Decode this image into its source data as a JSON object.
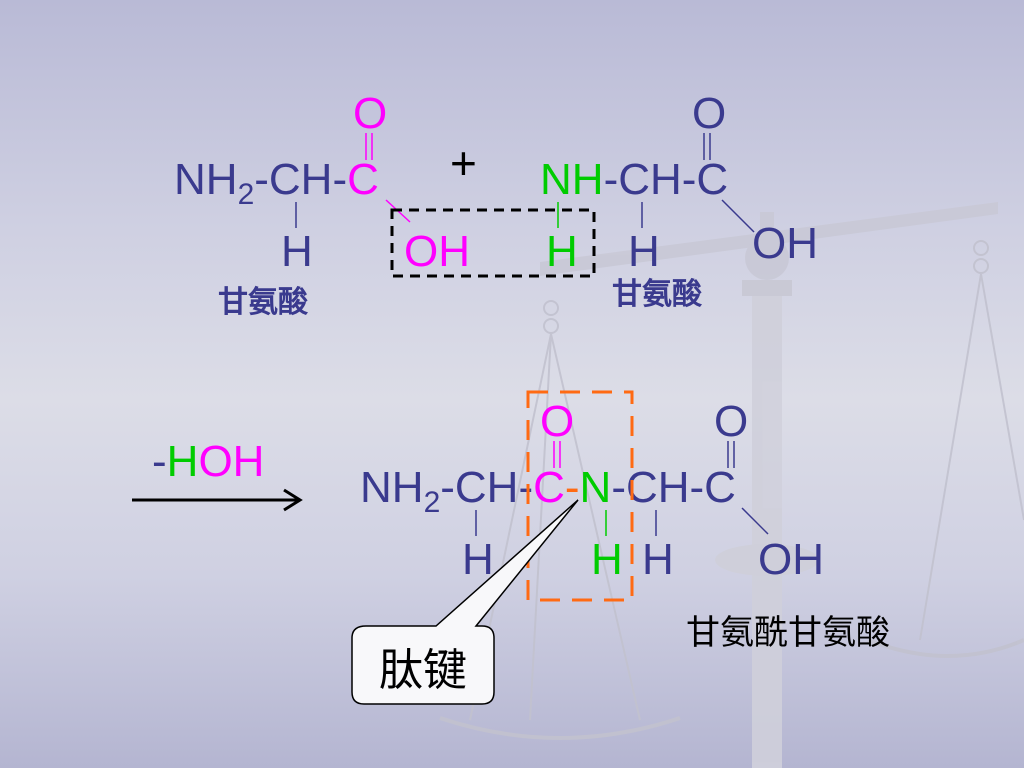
{
  "colors": {
    "navy": "#3a3a8e",
    "magenta": "#ff00ff",
    "green": "#00cc00",
    "orange": "#ff6a13",
    "black": "#000000"
  },
  "reactant1": {
    "o": "O",
    "nh": "NH",
    "sub": "2",
    "chain": "-CH-",
    "c": "C",
    "h": "H",
    "oh": "OH",
    "name": "甘氨酸"
  },
  "plus": "+",
  "reactant2": {
    "o": "O",
    "nh": "NH",
    "chain": "-CH-C",
    "h_green": "H",
    "h": "H",
    "oh": "OH",
    "name": "甘氨酸"
  },
  "condition": {
    "dash": "-",
    "h": "H",
    "oh": "OH"
  },
  "product": {
    "o1": "O",
    "nh": "NH",
    "sub": "2",
    "chain1": "-CH-",
    "c1": "C",
    "dash": "-",
    "n": "N",
    "chain2": "-CH-C",
    "o2": "O",
    "h1": "H",
    "h_green": "H",
    "h2": "H",
    "oh": "OH",
    "name": "甘氨酰甘氨酸"
  },
  "callout": {
    "label": "肽键"
  }
}
